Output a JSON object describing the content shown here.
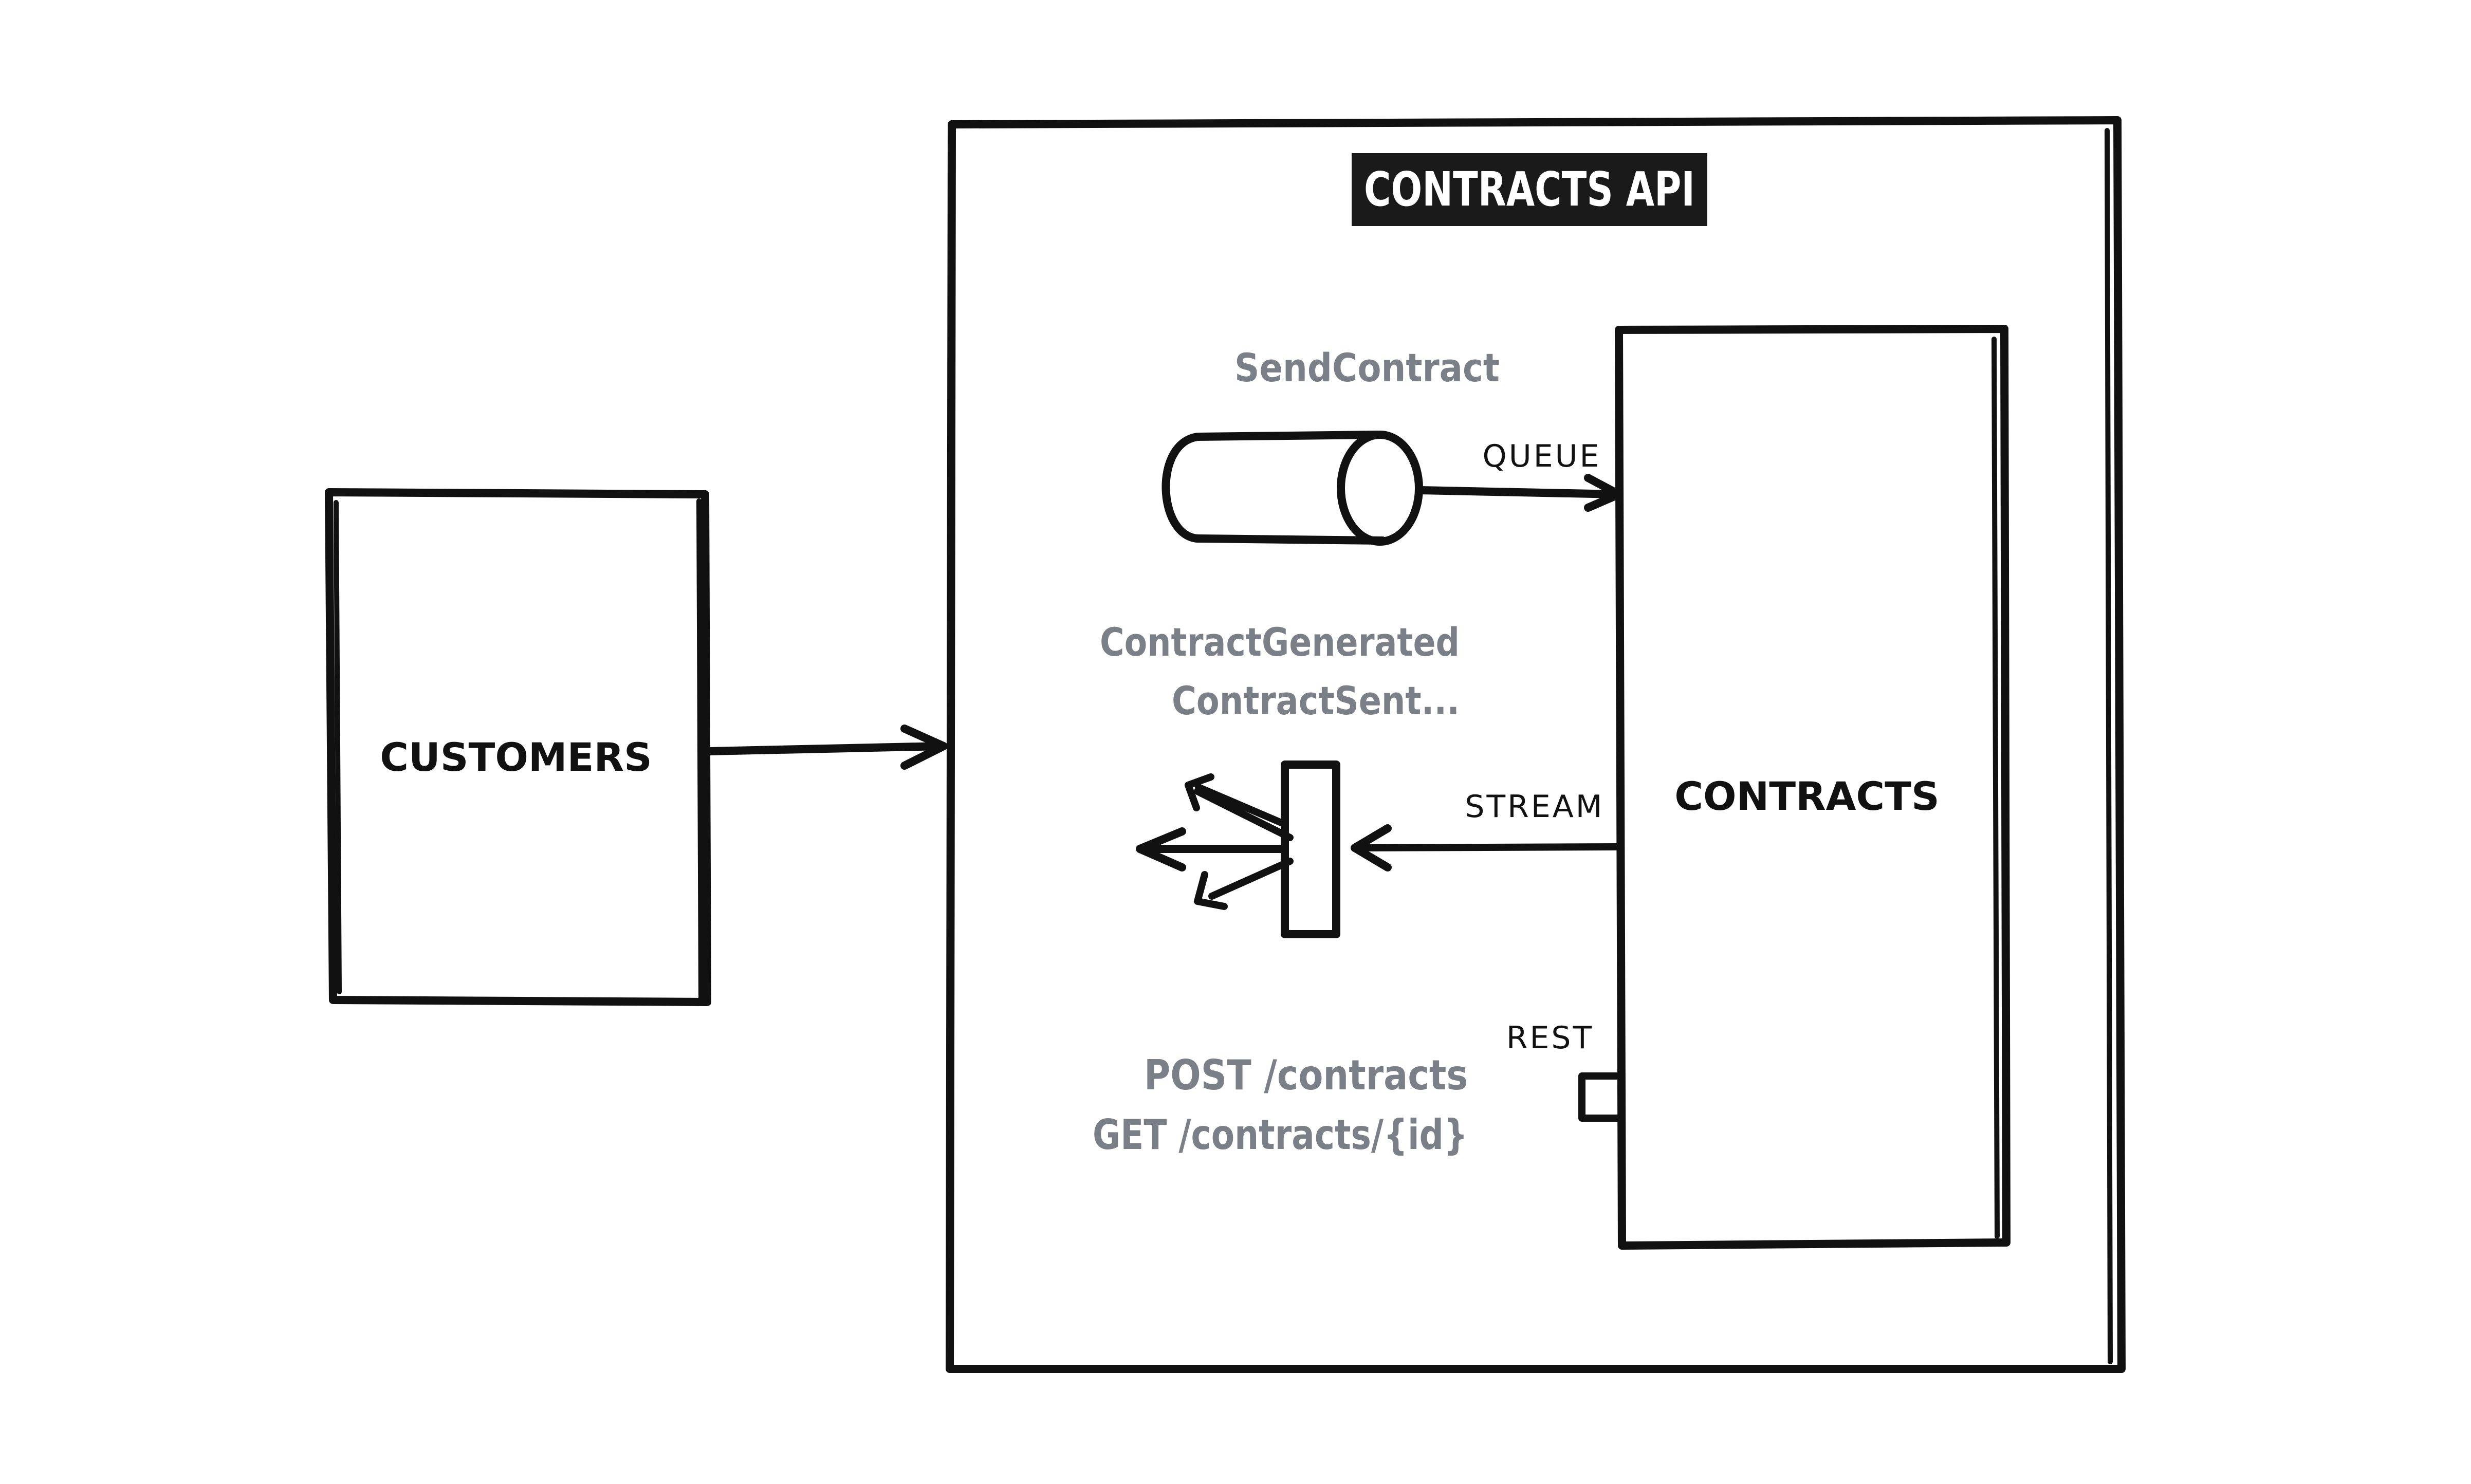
{
  "colors": {
    "ink": "#111111",
    "muted_text": "#7b7f87",
    "title_bg": "#1a1a1a",
    "title_fg": "#ffffff",
    "background": "#ffffff"
  },
  "customers": {
    "label": "CUSTOMERS"
  },
  "api": {
    "title": "CONTRACTS API"
  },
  "contracts": {
    "label": "CONTRACTS"
  },
  "queue": {
    "name": "SendContract",
    "connection_label": "QUEUE",
    "icon": "queue-cylinder-icon"
  },
  "stream": {
    "events": [
      "ContractGenerated",
      "ContractSent..."
    ],
    "connection_label": "STREAM",
    "icon": "event-stream-fanout-icon"
  },
  "rest": {
    "connection_label": "REST",
    "endpoints": [
      "POST /contracts",
      "GET /contracts/{id}"
    ],
    "icon": "rest-port-icon"
  }
}
